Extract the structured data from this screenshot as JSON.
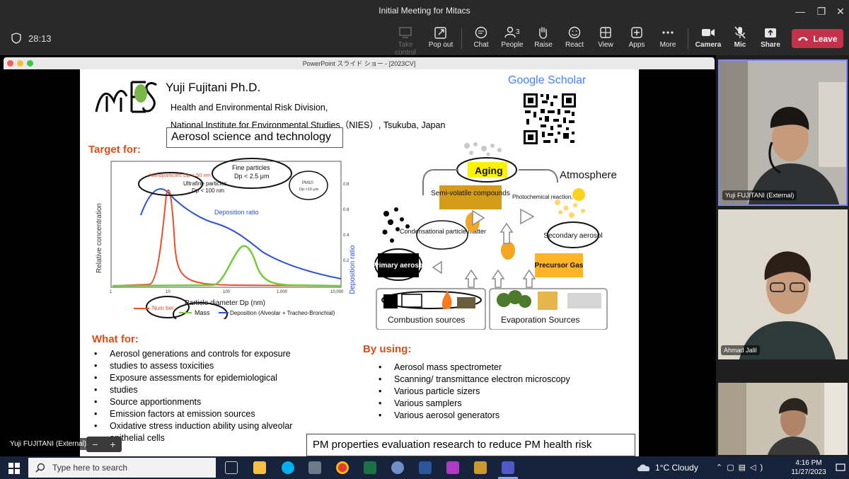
{
  "window": {
    "title": "Initial Meeting for Mitacs"
  },
  "toolbar": {
    "timer": "28:13",
    "buttons": [
      {
        "label": "Take control",
        "icon": "take-control-icon"
      },
      {
        "label": "Pop out",
        "icon": "pop-out-icon"
      },
      {
        "label": "Chat",
        "icon": "chat-icon"
      },
      {
        "label": "People",
        "icon": "people-icon",
        "count": "3"
      },
      {
        "label": "Raise",
        "icon": "raise-hand-icon"
      },
      {
        "label": "React",
        "icon": "react-icon"
      },
      {
        "label": "View",
        "icon": "view-icon"
      },
      {
        "label": "Apps",
        "icon": "apps-icon"
      },
      {
        "label": "More",
        "icon": "more-icon"
      },
      {
        "label": "Camera",
        "icon": "camera-icon"
      },
      {
        "label": "Mic",
        "icon": "mic-off-icon"
      },
      {
        "label": "Share",
        "icon": "share-icon"
      }
    ],
    "leave_label": "Leave",
    "accent": "#c4314b"
  },
  "share": {
    "window_title": "PowerPoint スライド ショー - [2023CV]",
    "presenter": "Yuji FUJITANI (External)",
    "zoom_out": "−",
    "zoom_in": "+"
  },
  "slide": {
    "name": "Yuji Fujitani Ph.D.",
    "affiliation1": "Health and Environmental Risk Division,",
    "affiliation2": "National Institute for Environmental Studies（NIES）, Tsukuba, Japan",
    "field": "Aerosol science and technology",
    "google_scholar": "Google Scholar",
    "target_heading": "Target for:",
    "chart": {
      "ylabel": "Relative concentration",
      "y2label": "Deposition ratio",
      "xlabel": "Particle diameter Dp (nm)",
      "xticks": [
        "1",
        "10",
        "100",
        "1,000",
        "10,000"
      ],
      "y2ticks": [
        "0.8",
        "0.6",
        "0.4",
        "0.2"
      ],
      "annotations": {
        "fine": "Fine particles",
        "fine_dp": "Dp < 2.5 μm",
        "nano": "Nanoparticles Dp < 50 nm",
        "ultrafine": "Ultrafine particles",
        "ultrafine_dp": "Dp < 100 nm",
        "pm10": "PM10",
        "pm10_dp": "Dp <10 μm",
        "deposition": "Deposition ratio"
      },
      "legend": [
        "Num ber",
        "Mass",
        "Deposition (Alveolar + Tracheo-Bronchial)"
      ],
      "colors": {
        "number": "#e8502c",
        "mass": "#72cc3a",
        "deposition": "#2a52d6"
      }
    },
    "diagram": {
      "aging": "Aging",
      "atmosphere": "Atmosphere",
      "semi_volatile": "Semi-volatile compounds",
      "photochemical": "Photochemical reaction, etc",
      "condensational": "Condensational particle matter",
      "secondary": "Secondary aerosol",
      "primary": "Primary aerosol",
      "precursor": "Precursor Gas",
      "combustion": "Combustion sources",
      "evaporation": "Evaporation Sources"
    },
    "what_for_heading": "What for:",
    "what_for": [
      "Aerosol generations and controls for exposure",
      "studies to assess toxicities",
      "Exposure assessments for epidemiological",
      "studies",
      "Source apportionments",
      "Emission factors at emission sources",
      "Oxidative stress induction ability using alveolar",
      "epithelial cells"
    ],
    "by_using_heading": "By using:",
    "by_using": [
      "Aerosol mass spectrometer",
      "Scanning/ transmittance electron microscopy",
      "Various particle sizers",
      "Various samplers",
      "Various aerosol generators"
    ],
    "bottom_box": "PM properties evaluation research to reduce PM health risk"
  },
  "participants": [
    {
      "name": "Yuji FUJITANI (External)"
    },
    {
      "name": "Ahmad Jalil"
    },
    {
      "name": ""
    }
  ],
  "taskbar": {
    "search_placeholder": "Type here to search",
    "weather": "1°C  Cloudy",
    "time": "4:16 PM",
    "date": "11/27/2023"
  }
}
